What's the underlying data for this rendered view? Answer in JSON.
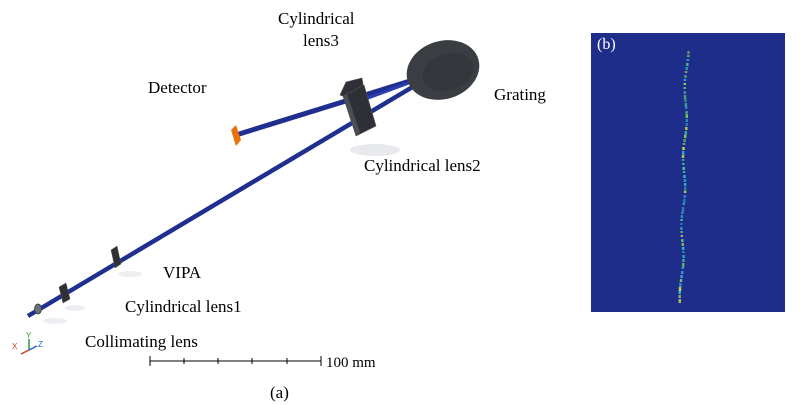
{
  "panel_a": {
    "caption": "(a)",
    "labels": {
      "cyl3_line1": "Cylindrical",
      "cyl3_line2": "lens3",
      "detector": "Detector",
      "grating": "Grating",
      "cyl2": "Cylindrical lens2",
      "vipa": "VIPA",
      "cyl1": "Cylindrical lens1",
      "collimating": "Collimating lens"
    },
    "scalebar_label": "100 mm",
    "axes": {
      "x": "X",
      "y": "Y",
      "z": "Z"
    }
  },
  "panel_b": {
    "caption": "(b)"
  },
  "colors": {
    "beam": "#1e2f8f",
    "detector": "#e8720c",
    "grating": "#3a3d42",
    "lens": "#2e3035",
    "panel_background": "#1f2d8a"
  }
}
